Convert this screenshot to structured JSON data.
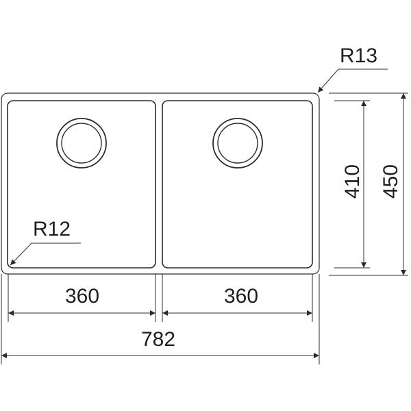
{
  "drawing": {
    "outer_radius_label": "R13",
    "bowl_radius_label": "R12",
    "left_bowl_width": "360",
    "right_bowl_width": "360",
    "overall_width": "782",
    "bowl_depth": "410",
    "overall_depth": "450"
  },
  "colors": {
    "line": "#2b2b2b",
    "text": "#1e1e1e",
    "background": "#ffffff"
  }
}
